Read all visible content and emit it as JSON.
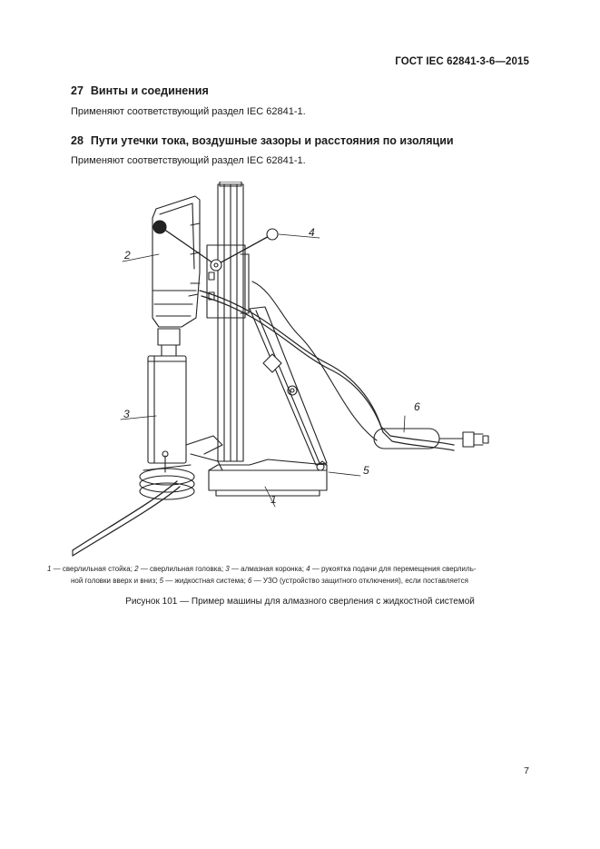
{
  "header": {
    "standard_code": "ГОСТ IEC 62841-3-6—2015"
  },
  "sections": [
    {
      "number": "27",
      "title": "Винты и соединения",
      "text": "Применяют соответствующий раздел IEC 62841-1."
    },
    {
      "number": "28",
      "title": "Пути утечки тока, воздушные зазоры и расстояния по изоляции",
      "text": "Применяют соответствующий раздел IEC 62841-1."
    }
  ],
  "figure": {
    "callouts": [
      "1",
      "2",
      "3",
      "4",
      "5",
      "6"
    ],
    "legend_line1": [
      {
        "num": "1",
        "text": " — сверлильная стойка; "
      },
      {
        "num": "2",
        "text": " — сверлильная головка; "
      },
      {
        "num": "3",
        "text": " — алмазная коронка; "
      },
      {
        "num": "4",
        "text": " — рукоятка подачи для перемещения сверлиль-"
      }
    ],
    "legend_line2": [
      {
        "num": "",
        "text": "ной головки вверх и вниз; "
      },
      {
        "num": "5",
        "text": " — жидкостная система; "
      },
      {
        "num": "6",
        "text": " — УЗО (устройство защитного отключения), если поставляется"
      }
    ],
    "caption": "Рисунок 101 — Пример машины для алмазного сверления с жидкостной системой"
  },
  "footer": {
    "page_number": "7"
  }
}
